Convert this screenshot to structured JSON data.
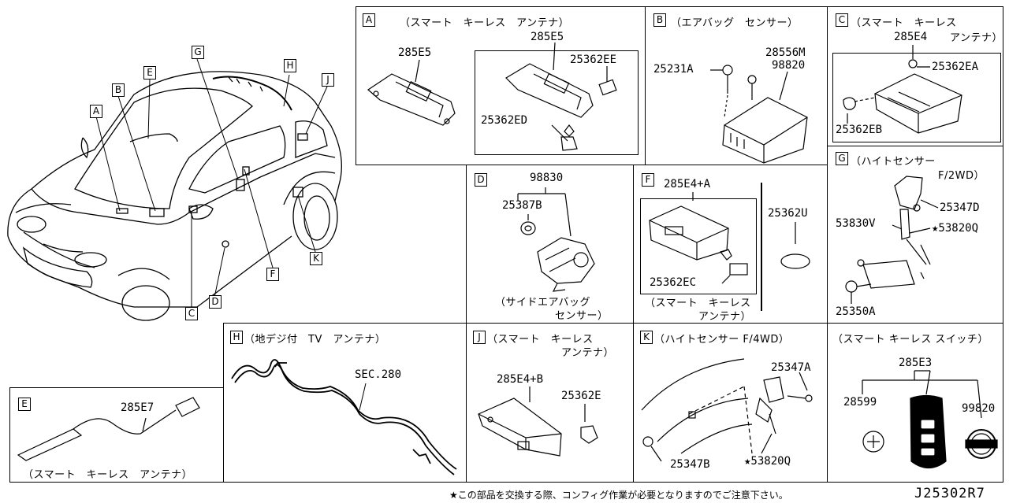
{
  "overview": {
    "callouts": [
      "A",
      "B",
      "E",
      "G",
      "H",
      "J",
      "C",
      "D",
      "F",
      "K"
    ]
  },
  "panels": {
    "A": {
      "letter": "A",
      "caption": "（スマート　キーレス　アンテナ）",
      "parts": [
        "285E5",
        "285E5",
        "25362EE",
        "25362ED"
      ]
    },
    "B": {
      "letter": "B",
      "caption": "（エアバッグ　センサー）",
      "parts": [
        "25231A",
        "28556M",
        "98820"
      ]
    },
    "C": {
      "letter": "C",
      "caption_line1": "（スマート　キーレス",
      "caption_line2": "アンテナ）",
      "parts": [
        "285E4",
        "25362EA",
        "25362EB"
      ]
    },
    "D": {
      "letter": "D",
      "parts": [
        "98830",
        "25387B"
      ],
      "caption_line1": "（サイドエアバッグ",
      "caption_line2": "センサー）"
    },
    "F": {
      "letter": "F",
      "parts": [
        "285E4+A",
        "25362EC",
        "25362U"
      ],
      "caption_line1": "（スマート　キーレス",
      "caption_line2": "アンテナ）"
    },
    "G": {
      "letter": "G",
      "caption_line1": "（ハイトセンサー",
      "caption_line2": "F/2WD）",
      "parts": [
        "25347D",
        "53830V",
        "★53820Q",
        "25350A"
      ]
    },
    "H": {
      "letter": "H",
      "caption": "（地デジ付　TV　アンテナ）",
      "parts": [
        "SEC.280"
      ]
    },
    "J": {
      "letter": "J",
      "caption_line1": "（スマート　キーレス",
      "caption_line2": "アンテナ）",
      "parts": [
        "285E4+B",
        "25362E"
      ]
    },
    "K": {
      "letter": "K",
      "caption": "（ハイトセンサー F/4WD）",
      "parts": [
        "25347A",
        "25347B",
        "★53820Q"
      ]
    },
    "E": {
      "letter": "E",
      "parts": [
        "285E7"
      ],
      "caption": "（スマート　キーレス　アンテナ）"
    },
    "switch": {
      "caption": "（スマート キーレス スイッチ）",
      "parts": [
        "285E3",
        "28599",
        "99820"
      ]
    }
  },
  "footer": {
    "note": "★この部品を交換する際、コンフィグ作業が必要となりますのでご注意下さい。",
    "reference": "J25302R7"
  }
}
